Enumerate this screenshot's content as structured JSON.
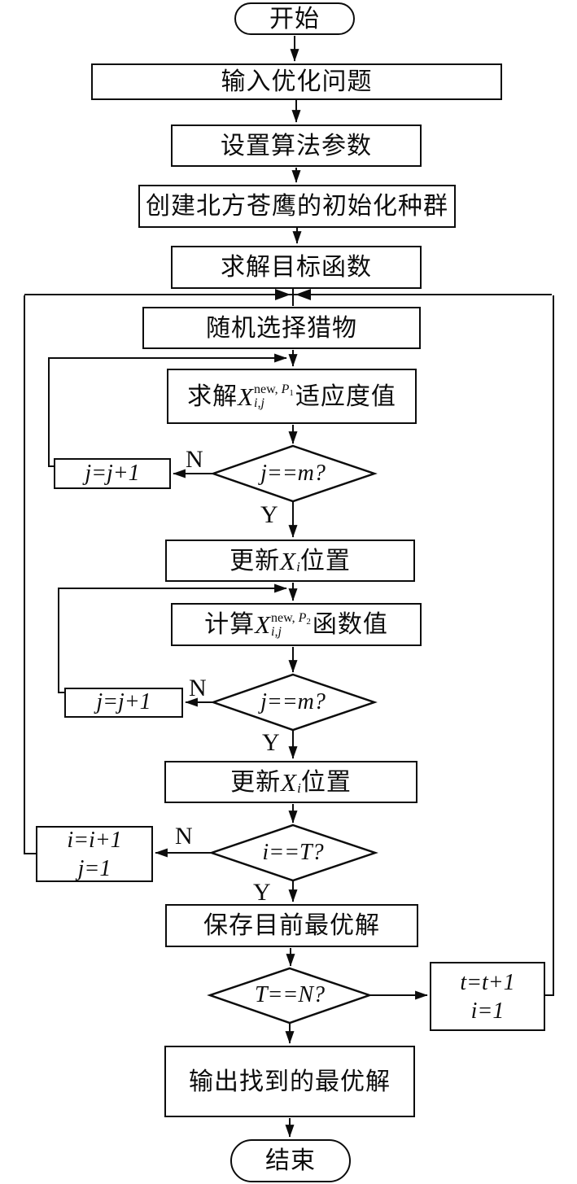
{
  "diagram": {
    "background": "#ffffff",
    "line_color": "#0c0c0c",
    "labels": {
      "yes": "Y",
      "no": "N"
    },
    "nodes": {
      "start": "开始",
      "input_problem": "输入优化问题",
      "set_params": "设置算法参数",
      "init_population": "创建北方苍鹰的初始化种群",
      "solve_objective": "求解目标函数",
      "select_prey": "随机选择猎物",
      "fitness_p1": {
        "prefix": "求解",
        "variable": "X",
        "sup_word": "new, ",
        "sup_var": "P",
        "sup_index": "1",
        "sub": "i,j",
        "suffix": "适应度值"
      },
      "decision_j1": "j==m?",
      "inc_j1": "j=j+1",
      "update_x1": {
        "prefix": "更新",
        "variable": "X",
        "sub": "i",
        "suffix": "位置"
      },
      "func_p2": {
        "prefix": "计算",
        "variable": "X",
        "sup_word": "new, ",
        "sup_var": "P",
        "sup_index": "2",
        "sub": "i,j",
        "suffix": "函数值"
      },
      "decision_j2": "j==m?",
      "inc_j2": "j=j+1",
      "update_x2": {
        "prefix": "更新",
        "variable": "X",
        "sub": "i",
        "suffix": "位置"
      },
      "decision_iT": "i==T?",
      "inc_i": {
        "line1": "i=i+1",
        "line2": "j=1"
      },
      "save_best": "保存目前最优解",
      "decision_TN": "T==N?",
      "inc_t": {
        "line1": "t=t+1",
        "line2": "i=1"
      },
      "output_best": "输出找到的最优解",
      "end": "结束"
    }
  }
}
